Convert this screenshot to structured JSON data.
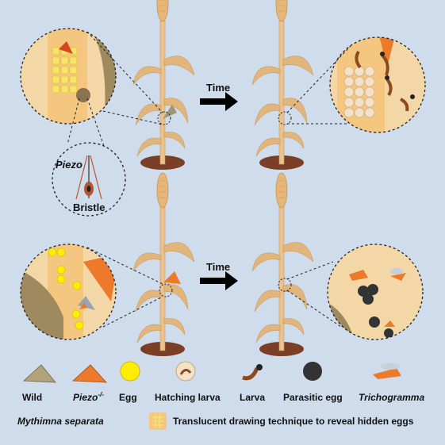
{
  "labels": {
    "time_top": "Time",
    "time_bottom": "Time",
    "piezo": "Piezo",
    "bristle": "Bristle"
  },
  "legend": {
    "items": [
      {
        "key": "wild",
        "label": "Wild"
      },
      {
        "key": "piezo",
        "label": "Piezo",
        "sup": "-/-"
      },
      {
        "key": "egg",
        "label": "Egg"
      },
      {
        "key": "hatching",
        "label": "Hatching larva"
      },
      {
        "key": "larva",
        "label": "Larva"
      },
      {
        "key": "parasitic",
        "label": "Parasitic egg"
      },
      {
        "key": "tricho",
        "label": "Trichogramma"
      }
    ],
    "species": "Mythimna separata",
    "technique": "Translucent drawing technique to reveal hidden eggs"
  },
  "colors": {
    "background": "#cfdcec",
    "stem": "#e9c28e",
    "leaf": "#e2b57c",
    "soil": "#7a3f26",
    "egg": "#ffee00",
    "wild_moth": "#b3a37d",
    "piezo_moth": "#ec7a2a",
    "parasitic_egg": "#333333"
  }
}
